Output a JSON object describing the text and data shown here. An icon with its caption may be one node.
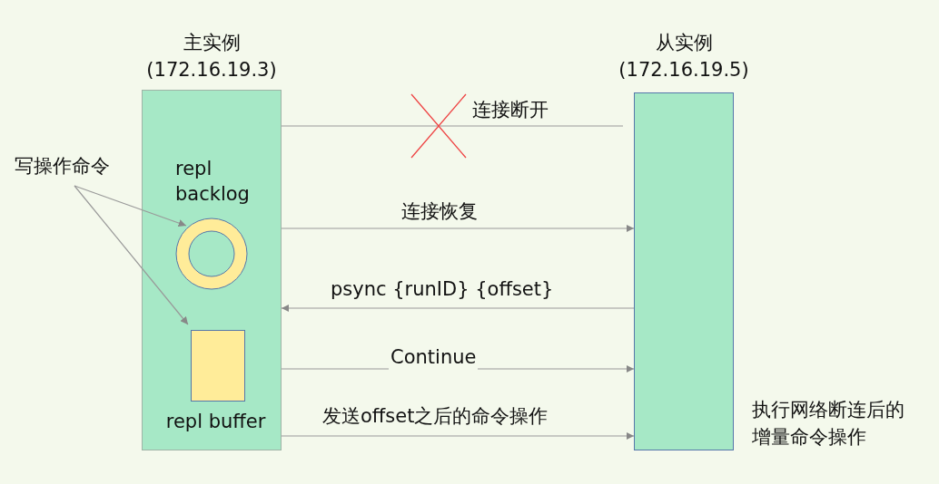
{
  "diagram": {
    "nodes": [
      {
        "text": [
          "主实例",
          "(172.16.19.3)"
        ]
      },
      {
        "text": [
          "从实例",
          "(172.16.19.5)"
        ],
        "beside": [
          "执行网络断连后的增量命令操作"
        ]
      },
      {
        "text": [
          "repl backlog"
        ],
        "in": 0
      },
      {
        "text": [
          "repl buffer"
        ],
        "in": 0
      },
      {
        "text": [
          "写操作命令"
        ]
      }
    ],
    "edges": [
      {
        "from": 4,
        "to": 2,
        "arrow": "to"
      },
      {
        "from": 4,
        "to": 3,
        "arrow": "to"
      },
      {
        "from": 0,
        "to": 1,
        "arrow": "none",
        "label": "连接断开"
      },
      {
        "from": 0,
        "to": 1,
        "arrow": "to",
        "label": "连接恢复"
      },
      {
        "from": 1,
        "to": 0,
        "arrow": "to",
        "label": "psync {runID} {offset}"
      },
      {
        "from": 0,
        "to": 1,
        "arrow": "to",
        "label": "Continue"
      },
      {
        "from": 0,
        "to": 1,
        "arrow": "to",
        "label": "发送offset之后的命令操作"
      }
    ]
  }
}
